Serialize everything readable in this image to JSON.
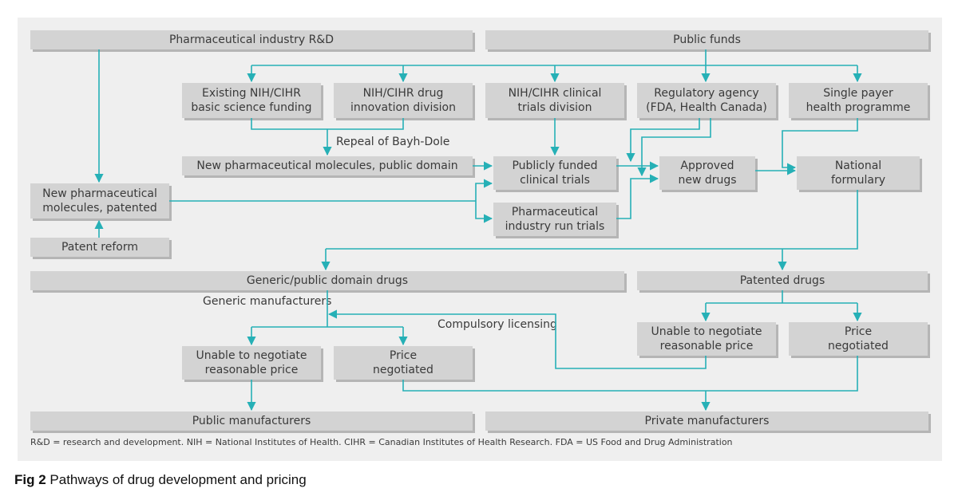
{
  "colors": {
    "panel": "#efefef",
    "box": "#d3d3d3",
    "arrow": "#26b0b6",
    "text": "#3a3a3a"
  },
  "boxes": {
    "pharma_rd": "Pharmaceutical industry R&D",
    "public_funds": "Public funds",
    "nih_basic": "Existing NIH/CIHR\nbasic science funding",
    "nih_drug": "NIH/CIHR drug\ninnovation division",
    "nih_clinical": "NIH/CIHR clinical\ntrials division",
    "regulatory": "Regulatory agency\n(FDA, Health Canada)",
    "single_payer": "Single payer\nhealth programme",
    "new_public": "New pharmaceutical molecules, public domain",
    "pub_trials": "Publicly funded\nclinical trials",
    "approved": "Approved\nnew drugs",
    "formulary": "National\nformulary",
    "new_patented": "New pharmaceutical\nmolecules, patented",
    "industry_trials": "Pharmaceutical\nindustry run trials",
    "patent_reform": "Patent reform",
    "generic": "Generic/public domain drugs",
    "patented": "Patented drugs",
    "left_unable": "Unable to negotiate\nreasonable price",
    "left_price": "Price\nnegotiated",
    "right_unable": "Unable to negotiate\nreasonable price",
    "right_price": "Price\nnegotiated",
    "public_mfr": "Public manufacturers",
    "private_mfr": "Private manufacturers"
  },
  "labels": {
    "bayh_dole": "Repeal of Bayh-Dole",
    "generic_mfrs": "Generic manufacturers",
    "compulsory": "Compulsory licensing"
  },
  "footnote": "R&D = research and development.  NIH = National Institutes of Health.  CIHR = Canadian Institutes of Health Research.  FDA = US Food and Drug Administration",
  "caption": {
    "prefix": "Fig 2",
    "text": " Pathways of drug development and pricing"
  }
}
